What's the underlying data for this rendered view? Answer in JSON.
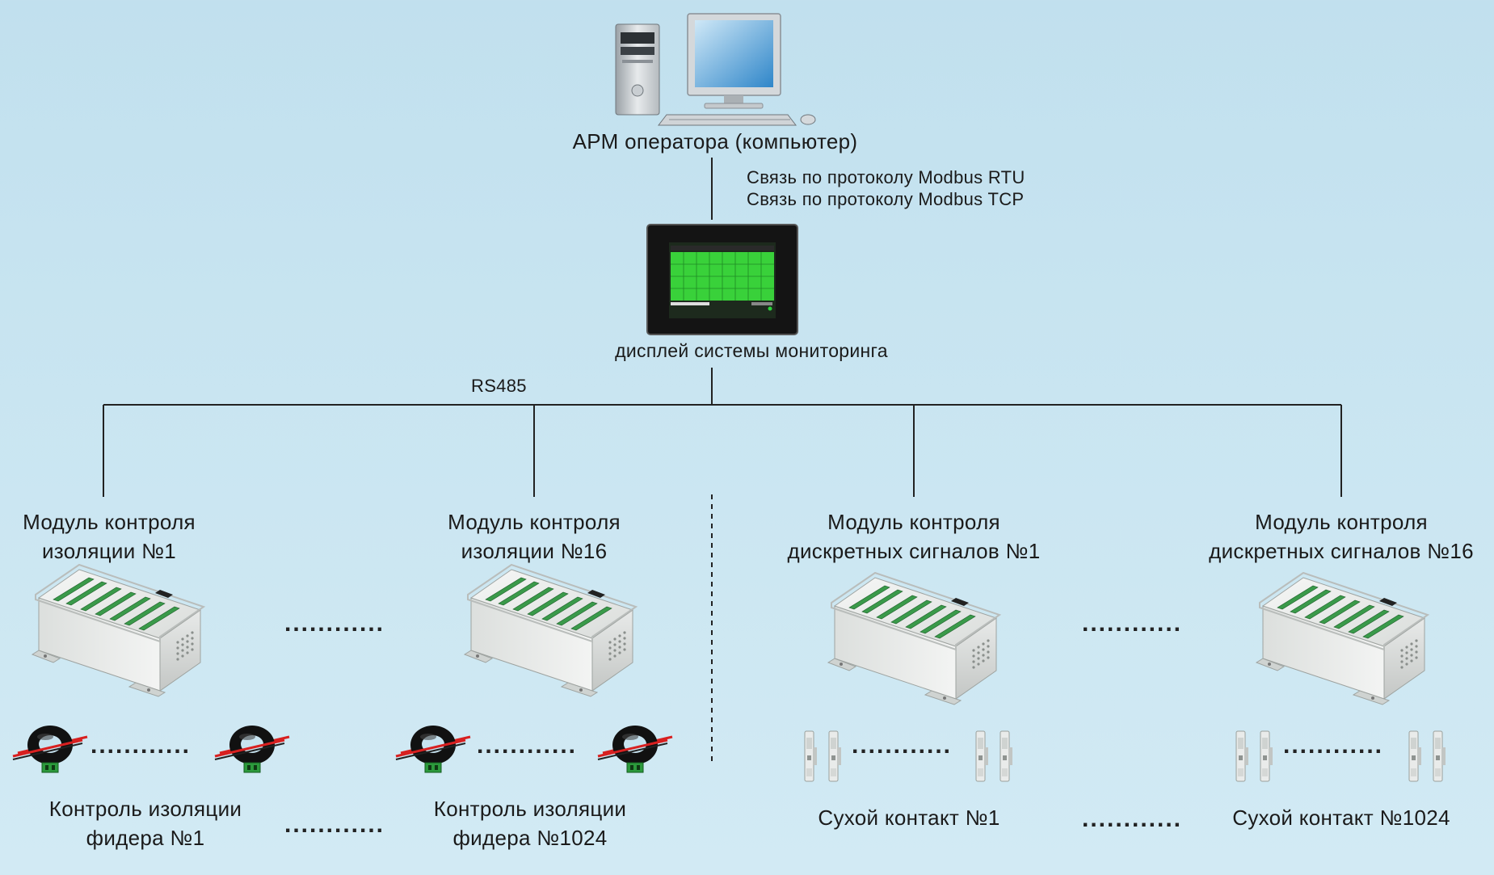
{
  "operator_pc": {
    "label": "АРМ оператора  (компьютер)",
    "icon": "desktop-computer-icon"
  },
  "protocols": [
    "Связь по протоколу Modbus RTU",
    "Связь по протоколу Modbus TCP"
  ],
  "monitoring_display": {
    "label": "дисплей системы мониторинга",
    "icon": "touchscreen-display-icon"
  },
  "bus_label": "RS485",
  "modules": [
    {
      "line1": "Модуль контроля",
      "line2": "изоляции №1"
    },
    {
      "line1": "Модуль контроля",
      "line2": "изоляции №16"
    },
    {
      "line1": "Модуль контроля",
      "line2": "дискретных сигналов №1"
    },
    {
      "line1": "Модуль контроля",
      "line2": "дискретных сигналов №16"
    }
  ],
  "sensors": [
    {
      "line1": "Контроль изоляции",
      "line2": "фидера №1"
    },
    {
      "line1": "Контроль изоляции",
      "line2": "фидера №1024"
    },
    {
      "line1": "Сухой контакт №1",
      "line2": ""
    },
    {
      "line1": "Сухой контакт №1024",
      "line2": ""
    }
  ],
  "ellipsis": "............",
  "colors": {
    "background": "#c7e3f0",
    "line": "#222222",
    "display_screen": "#39d13a",
    "module_body": "#eef0ef",
    "terminal_green": "#3a9a4a",
    "ct_ring": "#1a1a1a",
    "cable_red": "#d82020"
  }
}
